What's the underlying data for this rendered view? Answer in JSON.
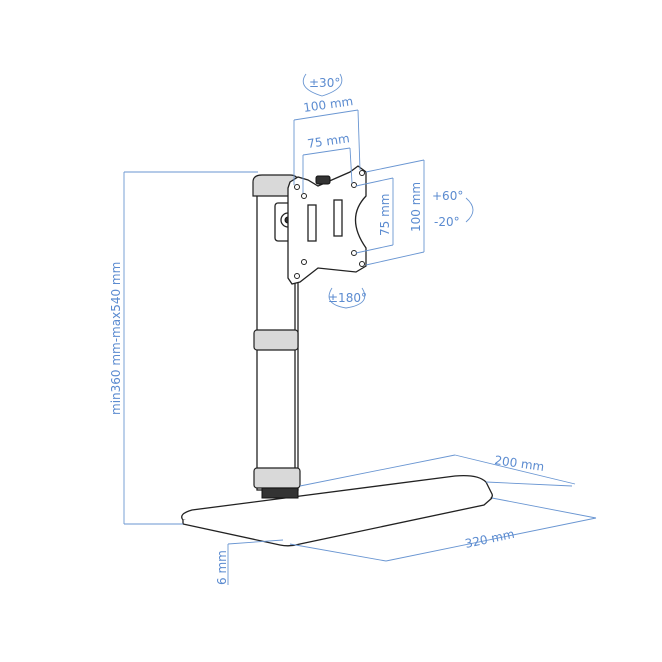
{
  "diagram": {
    "title": "Monitor stand dimensions",
    "accent_color": "#5b8bd0",
    "labels": {
      "swivel": "±30°",
      "vesa_width_large": "100 mm",
      "vesa_width_small": "75 mm",
      "vesa_height_small": "75 mm",
      "vesa_height_large": "100 mm",
      "tilt_up": "+60°",
      "tilt_down": "-20°",
      "rotation": "±180°",
      "height_range": "min360 mm-max540 mm",
      "base_depth": "200 mm",
      "base_width": "320 mm",
      "base_thickness": "6 mm"
    }
  }
}
